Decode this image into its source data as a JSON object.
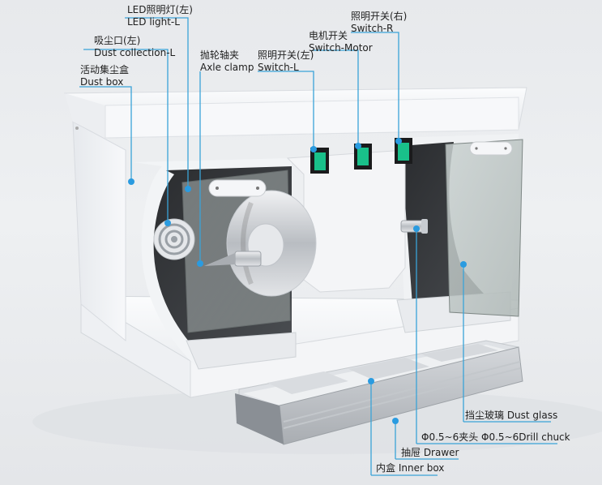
{
  "diagram": {
    "subject": "Dental polishing lathe with dust collector",
    "accent_color": "#3aa3d8",
    "switch_color": "#19c08a",
    "callouts": [
      {
        "id": "led-light-l",
        "zh": "LED照明灯(左)",
        "en": "LED light-L"
      },
      {
        "id": "dust-collection-l",
        "zh": "吸尘口(左)",
        "en": "Dust collection-L"
      },
      {
        "id": "dust-box",
        "zh": "活动集尘盒",
        "en": "Dust box"
      },
      {
        "id": "axle-clamp",
        "zh": "抛轮轴夹",
        "en": "Axle clamp"
      },
      {
        "id": "switch-l",
        "zh": "照明开关(左)",
        "en": "Switch-L"
      },
      {
        "id": "switch-motor",
        "zh": "电机开关",
        "en": "Switch-Motor"
      },
      {
        "id": "switch-r",
        "zh": "照明开关(右)",
        "en": "Switch-R"
      },
      {
        "id": "dust-glass",
        "text": "挡尘玻璃 Dust glass"
      },
      {
        "id": "drill-chuck",
        "text": "Φ0.5~6夹头 Φ0.5~6Drill chuck"
      },
      {
        "id": "drawer",
        "text": "抽屉 Drawer"
      },
      {
        "id": "inner-box",
        "text": "内盒 Inner box"
      }
    ]
  }
}
